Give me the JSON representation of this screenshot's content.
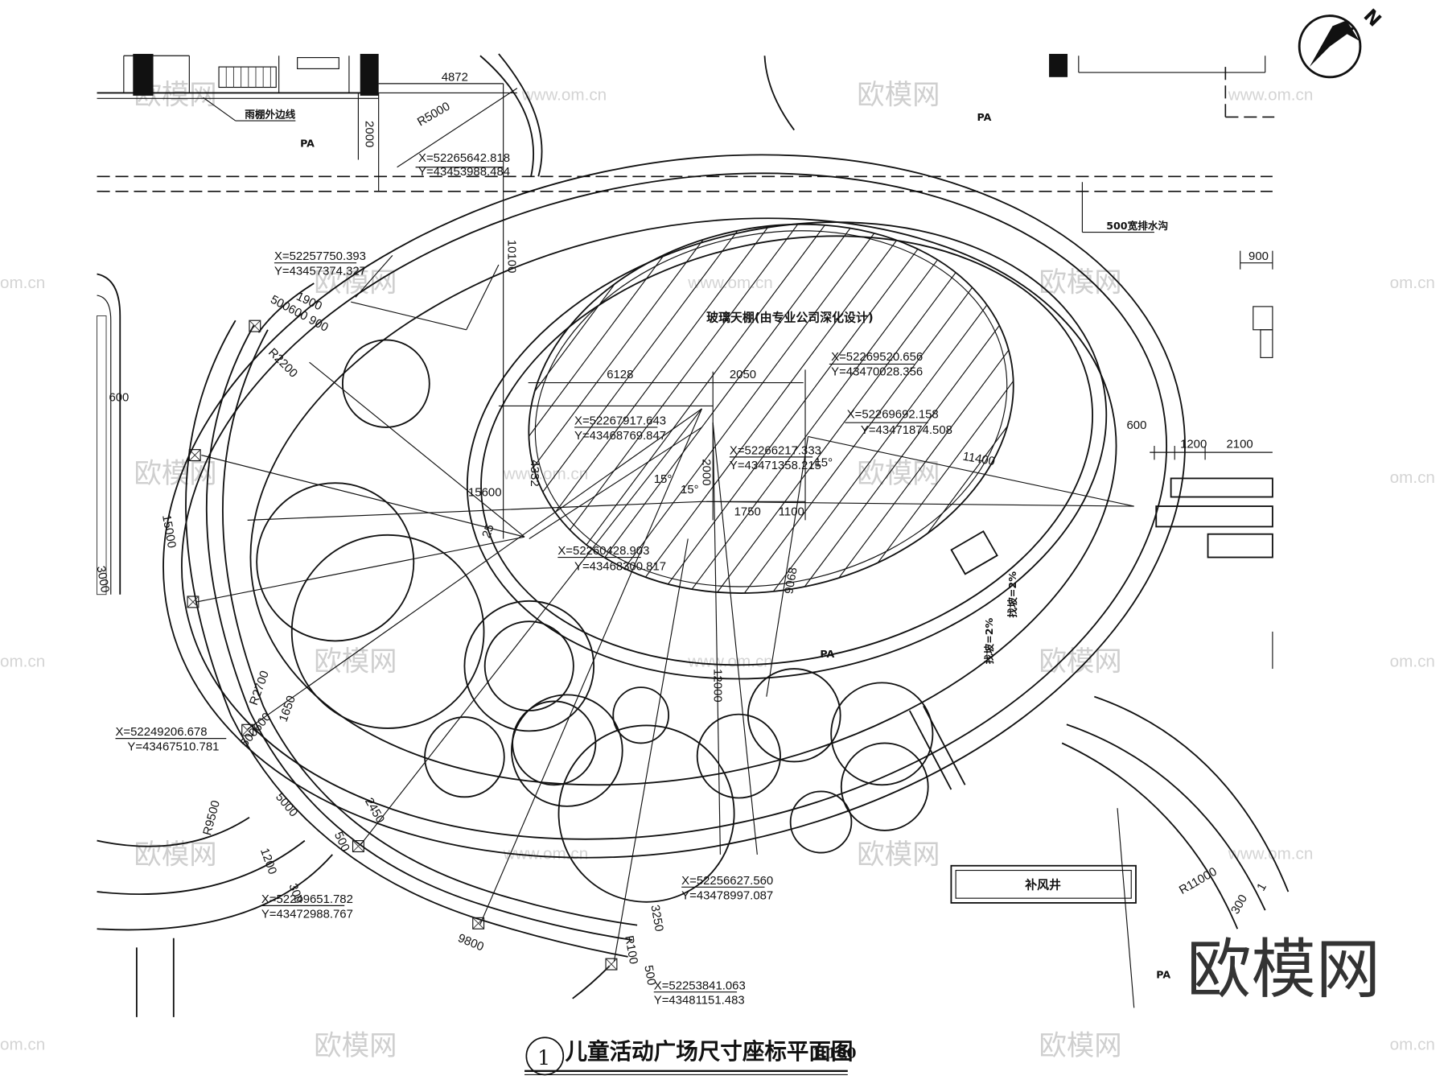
{
  "drawing": {
    "title": "儿童活动广场尺寸座标平面图",
    "scale": "1:100",
    "detail_number": "1",
    "brand": "欧模网",
    "watermark": "欧模网",
    "watermark_url": "www.om.cn",
    "watermark_edge": "om.cn",
    "north_label": "N"
  },
  "labels": {
    "canopy": "玻璃天棚(由专业公司深化设计)",
    "ventilation": "补风井",
    "drain": "500宽排水沟",
    "eaves": "雨棚外边线",
    "pa": "PA",
    "slope_a": "找坡=2%",
    "slope_b": "找坡=2%"
  },
  "dimensions": {
    "d4872": "4872",
    "r5000": "R5000",
    "d2000": "2000",
    "d10100": "10100",
    "d1900": "1900",
    "d500600_900": "500600 900",
    "d600": "600",
    "d15000": "15000",
    "d3000": "3000",
    "r2200": "R2200",
    "d6128": "6128",
    "d2050": "2050",
    "d4332": "4332",
    "d15600": "15600",
    "d15a": "15°",
    "d15b": "15°",
    "d15c": "15°",
    "d25": "25",
    "d2000b": "2000",
    "d1750": "1750",
    "d1100": "1100",
    "d9068": "9068",
    "d12000": "12000",
    "d11400": "11400",
    "d600r": "600",
    "d1200": "1200",
    "d2100": "2100",
    "d900": "900",
    "r2700": "R2700",
    "d1650": "1650",
    "d500600": "500600",
    "d5000": "5000",
    "r9500": "R9500",
    "d1200b": "1200",
    "d300": "300",
    "d2450": "2450",
    "d500s": "500",
    "d9800": "9800",
    "d3250": "3250",
    "r100": "R100",
    "d500b": "500",
    "r11000": "R11000",
    "d300b": "300",
    "d1b": "1"
  },
  "coordinates": [
    {
      "x": "X=52265642.818",
      "y": "Y=43453988.484"
    },
    {
      "x": "X=52257750.393",
      "y": "Y=43457374.327"
    },
    {
      "x": "X=52269520.656",
      "y": "Y=43470028.356"
    },
    {
      "x": "X=52267917.643",
      "y": "Y=43468769.847"
    },
    {
      "x": "X=52269692.158",
      "y": "Y=43471874.508"
    },
    {
      "x": "X=52266217.333",
      "y": "Y=43471358.215"
    },
    {
      "x": "X=52260428.903",
      "y": "Y=43468300.817"
    },
    {
      "x": "X=52249206.678",
      "y": "Y=43467510.781"
    },
    {
      "x": "X=52256627.560",
      "y": "Y=43478997.087"
    },
    {
      "x": "X=52249651.782",
      "y": "Y=43472988.767"
    },
    {
      "x": "X=52253841.063",
      "y": "Y=43481151.483"
    }
  ]
}
